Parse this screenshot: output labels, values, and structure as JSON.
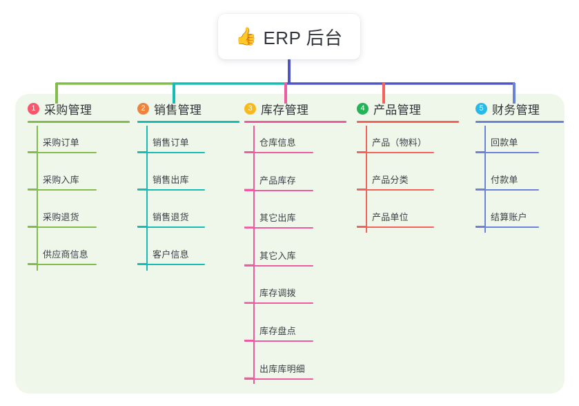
{
  "root": {
    "icon": "thumbs-up-icon",
    "icon_glyph": "👍",
    "label": "ERP 后台"
  },
  "palette": {
    "page_background": "#ffffff",
    "panel_background": "#eff7ea",
    "card_background": "#ffffff",
    "title_text": "#31353b",
    "trunk": "#4f56c4"
  },
  "columns": [
    {
      "index": "1",
      "badge_color": "#f8566c",
      "line_color": "#82bc4d",
      "title": "采购管理",
      "items": [
        "采购订单",
        "采购入库",
        "采购退货",
        "供应商信息"
      ]
    },
    {
      "index": "2",
      "badge_color": "#f0823c",
      "line_color": "#17bdb4",
      "title": "销售管理",
      "items": [
        "销售订单",
        "销售出库",
        "销售退货",
        "客户信息"
      ]
    },
    {
      "index": "3",
      "badge_color": "#f7ba1e",
      "line_color": "#ef5ba1",
      "title": "库存管理",
      "items": [
        "仓库信息",
        "产品库存",
        "其它出库",
        "其它入库",
        "库存调拨",
        "库存盘点",
        "出库库明细"
      ]
    },
    {
      "index": "4",
      "badge_color": "#22b455",
      "line_color": "#f5625c",
      "title": "产品管理",
      "items": [
        "产品（物料）",
        "产品分类",
        "产品单位"
      ]
    },
    {
      "index": "5",
      "badge_color": "#27b9e8",
      "line_color": "#6c82d8",
      "title": "财务管理",
      "items": [
        "回款单",
        "付款单",
        "结算账户"
      ]
    }
  ]
}
